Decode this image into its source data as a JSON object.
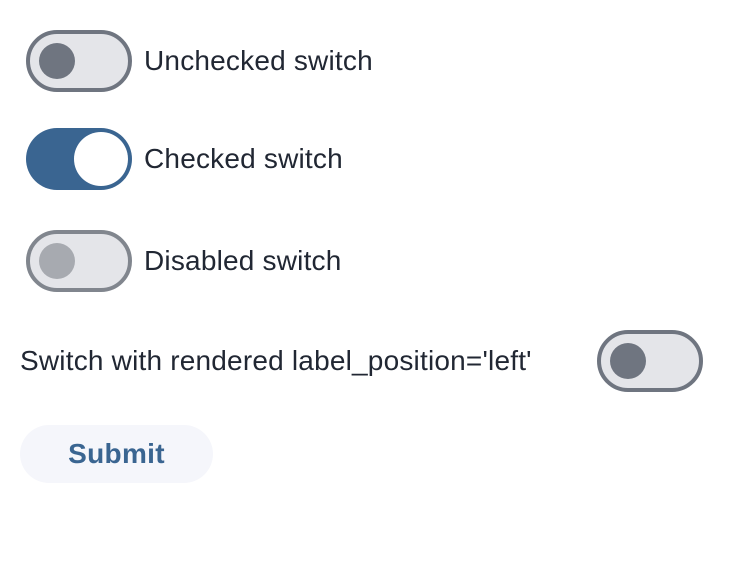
{
  "form": {
    "switches": [
      {
        "label": "Unchecked switch",
        "checked": false,
        "disabled": false,
        "label_position": "right"
      },
      {
        "label": "Checked switch",
        "checked": true,
        "disabled": false,
        "label_position": "right"
      },
      {
        "label": "Disabled switch",
        "checked": false,
        "disabled": true,
        "label_position": "right"
      },
      {
        "label": "Switch with rendered label_position='left'",
        "checked": false,
        "disabled": false,
        "label_position": "left"
      }
    ],
    "submit_label": "Submit"
  },
  "colors": {
    "accent_blue": "#3a6591",
    "track_off": "#e4e5e9",
    "track_border": "#6f7580",
    "knob_off": "#6f7580",
    "knob_disabled": "#a7aab0",
    "disabled_border": "#81868e",
    "submit_bg": "#f5f6fb",
    "label_text": "#212733"
  }
}
